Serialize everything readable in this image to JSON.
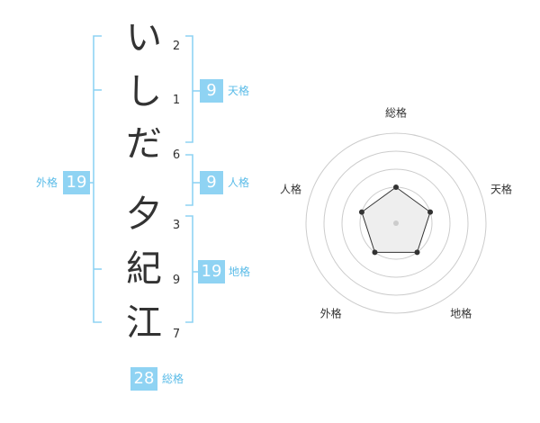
{
  "name_chars": [
    {
      "char": "い",
      "strokes": "2"
    },
    {
      "char": "し",
      "strokes": "1"
    },
    {
      "char": "だ",
      "strokes": "6"
    },
    {
      "char": "夕",
      "strokes": "3"
    },
    {
      "char": "紀",
      "strokes": "9"
    },
    {
      "char": "江",
      "strokes": "7"
    }
  ],
  "grids": {
    "tenkaku": {
      "label": "天格",
      "value": "9"
    },
    "jinkaku": {
      "label": "人格",
      "value": "9"
    },
    "chikaku": {
      "label": "地格",
      "value": "19"
    },
    "gaikaku": {
      "label": "外格",
      "value": "19"
    },
    "soukaku": {
      "label": "総格",
      "value": "28"
    }
  },
  "radar": {
    "axes": [
      "総格",
      "天格",
      "地格",
      "外格",
      "人格"
    ],
    "values": [
      0.4,
      0.4,
      0.4,
      0.4,
      0.4
    ]
  },
  "colors": {
    "accent": "#8fd3f3",
    "accent_text": "#5bbce8",
    "bracket": "#8fd3f3",
    "ring": "#cccccc",
    "polygon_fill": "#eeeeee",
    "polygon_stroke": "#333333"
  }
}
